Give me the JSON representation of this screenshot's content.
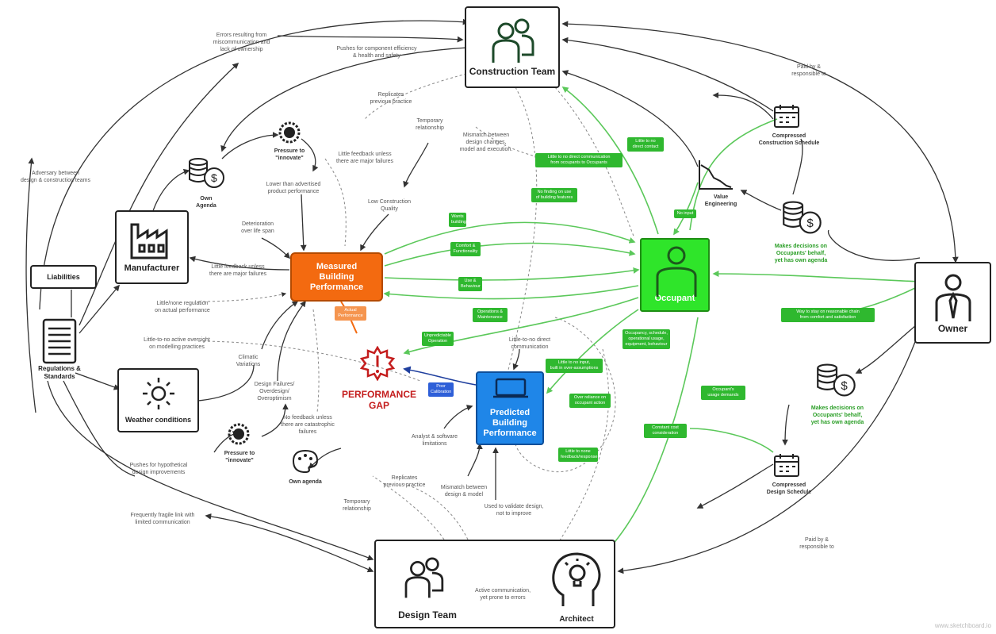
{
  "nodes": {
    "construction_team": "Construction Team",
    "design_team": "Design Team",
    "architect": "Architect",
    "owner": "Owner",
    "occupant": "Occupant",
    "measured": "Measured\nBuilding\nPerformance",
    "predicted": "Predicted\nBuilding\nPerformance",
    "manufacturer": "Manufacturer",
    "weather": "Weather conditions",
    "liabilities": "Liabilities",
    "regulations": "Regulations &\nStandards",
    "performance_gap": "PERFORMANCE\nGAP",
    "value_engineering": "Value\nEngineering",
    "compressed_construction": "Compressed\nConstruction Schedule",
    "compressed_design": "Compressed\nDesign Schedule",
    "own_agenda_top": "Own\nAgenda",
    "own_agenda_bottom": "Own agenda",
    "pressure_top": "Pressure to\n\"innovate\"",
    "pressure_bottom": "Pressure to\n\"innovate\"",
    "owner_agenda_1": "Makes decisions on\nOccupants' behalf,\nyet has own agenda",
    "owner_agenda_2": "Makes decisions on\nOccupants' behalf,\nyet has own agenda",
    "watermark": "www.sketchboard.io"
  },
  "labels": {
    "errors": "Errors resulting from\nmiscommunication and\nlack of ownership",
    "pushes_component": "Pushes for component efficiency\n& health and safety",
    "paid_top": "Paid by &\nresponsible to",
    "paid_bottom": "Paid by &\nresponsible to",
    "adversary": "Adversary between\ndesign & construction teams",
    "replicates_top": "Replicates\nprevious practice",
    "temporary_top": "Temporary\nrelationship",
    "mismatch_top": "Mismatch between\ndesign changes,\nmodel and execution.",
    "little_feedback_major": "Little feedback unless\nthere are major failures",
    "lower_than": "Lower than advertised\nproduct performance",
    "deterioration": "Deterioration\nover life span",
    "low_construction": "Low Construction\nQuality",
    "little_feedback_manuf": "Little feedback unless\nthere are major failures",
    "little_regulation": "Little/none regulation\non actual performance",
    "little_oversight": "Little-to-no active oversight\non modelling practices",
    "climatic": "Climatic\nVariations",
    "design_failures": "Design Failures/\nOverdesign/\nOveroptimism",
    "no_feedback": "No feedback unless\nthere are catastrophic\nfailures",
    "analyst": "Analyst & software\nlimitations",
    "little_direct": "Little-to-no direct\ncommunication",
    "pushes_hypothetical": "Pushes for hypothetical\ndesign improvements",
    "frequently_fragile": "Frequently fragile link with\nlimited communication",
    "temporary_bottom": "Temporary\nrelationship",
    "replicates_bottom": "Replicates\nprevious practice",
    "mismatch_bottom": "Mismatch between\ndesign & model",
    "used_to_validate": "Used to validate design,\nnot to improve",
    "active_comm": "Active communication,\nyet prone to errors"
  },
  "green_labels": [
    "Little to no\ndirect contact",
    "Little to no direct communication\nfrom occupants to Occupants",
    "No finding on use\nof building features",
    "Wants\nbuilding",
    "Comfort &\nFunctionality",
    "Use &\nBehaviour",
    "Operations &\nMaintenance",
    "Unpredictable\nOperation",
    "Occupancy, schedule,\noperational usage,\nequipment, behaviour",
    "Little to no input,\nbuilt in over-assumptions",
    "Over reliance on\noccupant action",
    "Little to none\nfeedback/response",
    "Way to stay on reasonable chain\nfrom comfort and satisfaction",
    "Occupant's\nusage demands",
    "Constant cost\nconsideration",
    "No input",
    "Actual\nPerformance",
    "Poor\nCalibration"
  ],
  "colors": {
    "orange": "#f36a10",
    "blue": "#1f86e8",
    "green": "#2fe52a",
    "gap_red": "#c41d1d",
    "green_edge": "#5bc85a",
    "navy_edge": "#1f3f9e"
  }
}
